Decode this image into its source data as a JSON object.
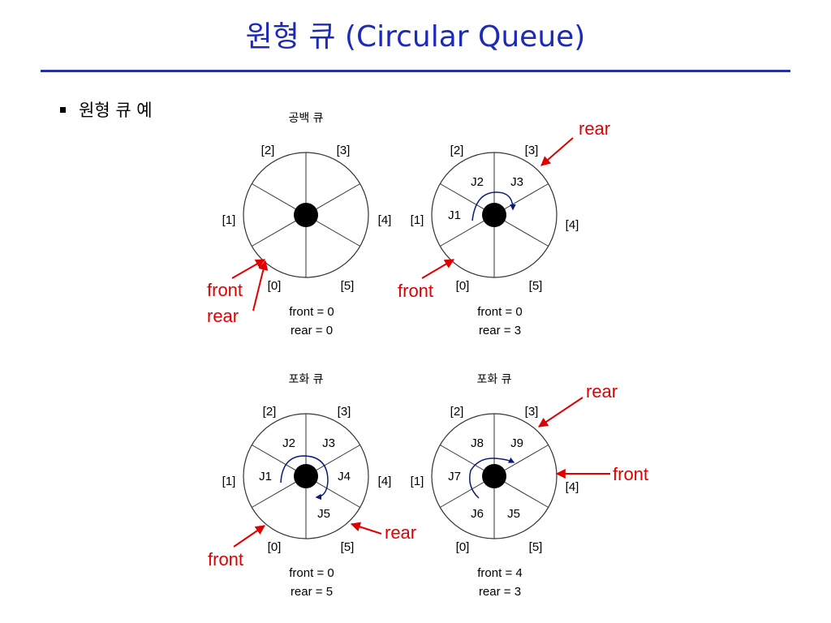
{
  "title": "원형 큐 (Circular Queue)",
  "bullet": "원형 큐 예",
  "colors": {
    "title": "#1c2bb5",
    "rule": "#26319c",
    "pointer": "#e00000",
    "direction_arrow": "#0b1a7a"
  },
  "queues": [
    {
      "heading": "공백 큐",
      "slots": [
        "[0]",
        "[1]",
        "[2]",
        "[3]",
        "[4]",
        "[5]"
      ],
      "jobs": [],
      "status": [
        "front = 0",
        "rear = 0"
      ],
      "pointers": [
        "front",
        "rear"
      ]
    },
    {
      "heading": "",
      "slots": [
        "[0]",
        "[1]",
        "[2]",
        "[3]",
        "[4]",
        "[5]"
      ],
      "jobs": [
        "J1",
        "J2",
        "J3"
      ],
      "status": [
        "front = 0",
        "rear = 3"
      ],
      "pointers": [
        "front",
        "rear"
      ]
    },
    {
      "heading": "포화 큐",
      "slots": [
        "[0]",
        "[1]",
        "[2]",
        "[3]",
        "[4]",
        "[5]"
      ],
      "jobs": [
        "J1",
        "J2",
        "J3",
        "J4",
        "J5"
      ],
      "status": [
        "front = 0",
        "rear = 5"
      ],
      "pointers": [
        "front",
        "rear"
      ]
    },
    {
      "heading": "포화 큐",
      "slots": [
        "[0]",
        "[1]",
        "[2]",
        "[3]",
        "[4]",
        "[5]"
      ],
      "jobs": [
        "J7",
        "J8",
        "J9",
        "J6",
        "J5"
      ],
      "status": [
        "front = 4",
        "rear = 3"
      ],
      "pointers": [
        "front",
        "rear"
      ]
    }
  ]
}
